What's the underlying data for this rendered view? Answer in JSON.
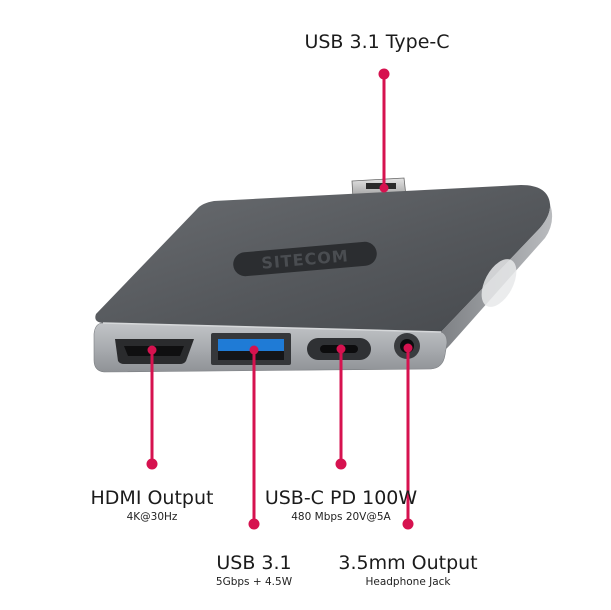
{
  "colors": {
    "accent": "#d6124f",
    "hub_body": "#575a5e",
    "hub_face": "#adb0b4",
    "background": "#ffffff"
  },
  "brand_logo": "SITECOM",
  "callouts": {
    "usb_c_input": {
      "title": "USB 3.1 Type-C",
      "detail": ""
    },
    "hdmi": {
      "title": "HDMI Output",
      "detail": "4K@30Hz"
    },
    "usb_a": {
      "title": "USB 3.1",
      "detail": "5Gbps + 4.5W"
    },
    "usb_c_pd": {
      "title": "USB-C PD 100W",
      "detail": "480 Mbps 20V@5A"
    },
    "audio": {
      "title": "3.5mm Output",
      "detail": "Headphone Jack"
    }
  }
}
